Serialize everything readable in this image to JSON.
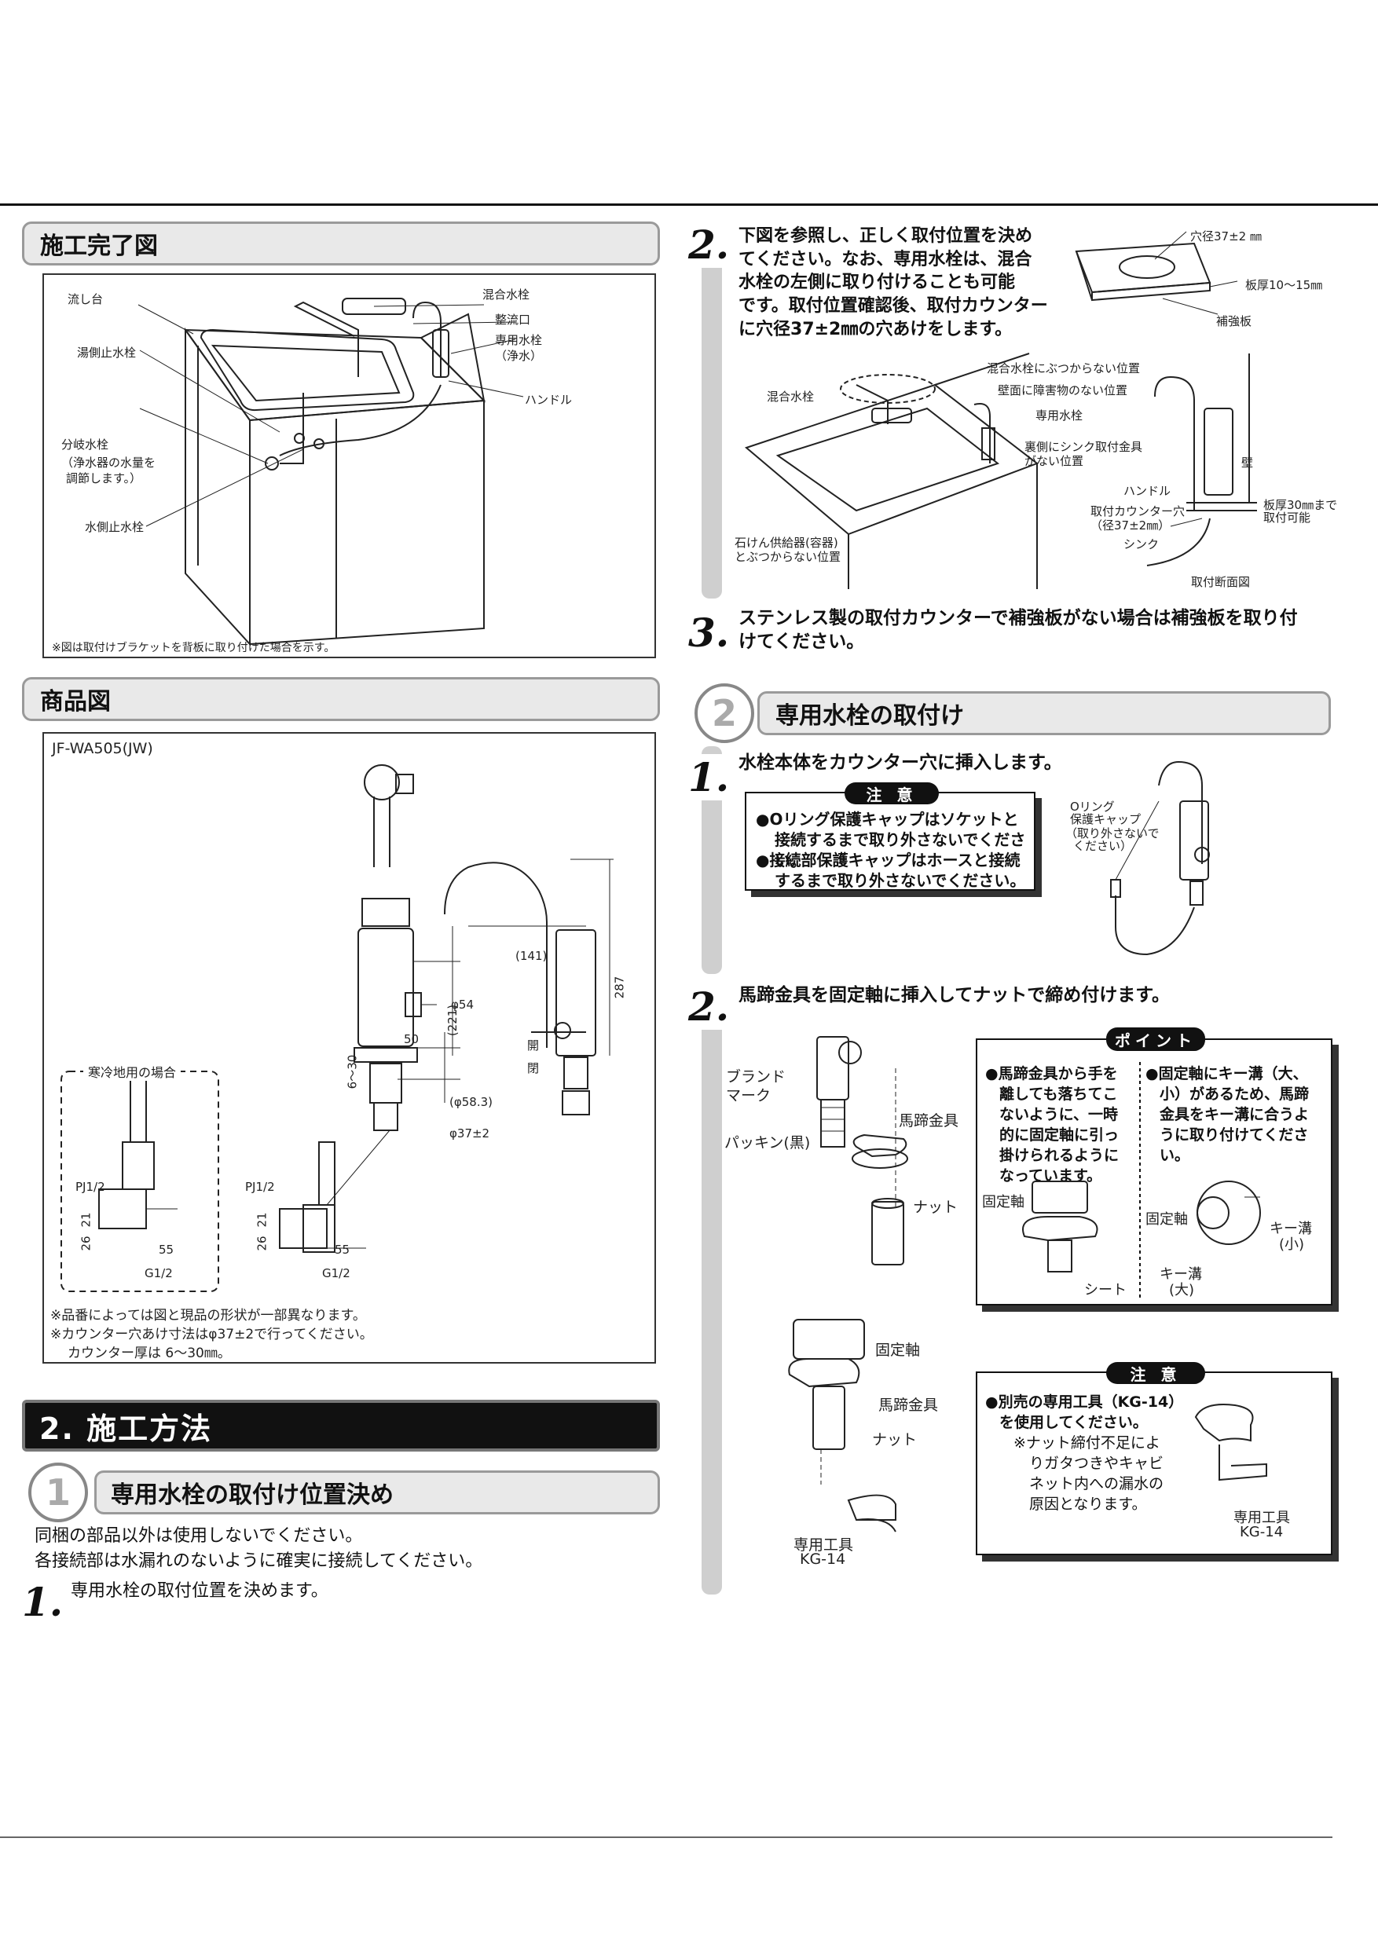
{
  "sections": {
    "complete": {
      "title": "施工完了図"
    },
    "product": {
      "title": "商品図"
    },
    "method": {
      "title": "2. 施工方法"
    },
    "position": {
      "num": "1",
      "title": "専用水栓の取付け位置決め"
    },
    "install": {
      "num": "2",
      "title": "専用水栓の取付け"
    }
  },
  "complete_diagram": {
    "labels": {
      "sink_stand": "流し台",
      "mixer": "混合水栓",
      "outlet": "整流口",
      "dedicated": "専用水栓",
      "dedicated_sub": "（浄水）",
      "hot_stop": "湯側止水栓",
      "handle": "ハンドル",
      "branch": "分岐水栓",
      "branch_note1": "（浄水器の水量を",
      "branch_note2": "調節します。）",
      "water_stop": "水側止水栓"
    },
    "footnote": "※図は取付けブラケットを背板に取り付けた場合を示す。"
  },
  "product_diagram": {
    "model": "JF-WA505(JW)",
    "cold_region": "寒冷地用の場合",
    "dims": {
      "d54": "φ54",
      "d50": "50",
      "d6_30": "6～30",
      "d58": "(φ58.3)",
      "d37": "φ37±2",
      "d141": "(141)",
      "d221": "(221)",
      "d287": "287",
      "open": "開",
      "close": "閉",
      "pj1": "PJ1/2",
      "pj2": "PJ1/2",
      "g1": "G1/2",
      "g2": "G1/2",
      "n55a": "55",
      "n55b": "55",
      "n21a": "21",
      "n21b": "21",
      "n26a": "26",
      "n26b": "26"
    },
    "notes": [
      "※品番によっては図と現品の形状が一部異なります。",
      "※カウンター穴あけ寸法はφ37±2で行ってください。",
      "カウンター厚は 6～30㎜。"
    ]
  },
  "left_text": {
    "intro1": "同梱の部品以外は使用しないでください。",
    "intro2": "各接続部は水漏れのないように確実に接続してください。",
    "step1_num": "1.",
    "step1": "専用水栓の取付位置を決めます。"
  },
  "pos_step2": {
    "num": "2.",
    "lines": [
      "下図を参照し、正しく取付位置を決め",
      "てください。なお、専用水栓は、混合",
      "水栓の左側に取り付けることも可能",
      "です。取付位置確認後、取付カウンター",
      "に穴径37±2㎜の穴あけをします。"
    ],
    "plate_labels": {
      "hole": "穴径37±2 ㎜",
      "thick": "板厚10～15㎜",
      "plate": "補強板"
    },
    "fig_labels": {
      "no_hit": "混合水栓にぶつからない位置",
      "no_obst": "壁面に障害物のない位置",
      "mixer": "混合水栓",
      "dedicated": "専用水栓",
      "under": "裏側にシンク取付金具",
      "under2": "がない位置",
      "soap": "石けん供給器(容器)",
      "soap2": "とぶつからない位置",
      "handle": "ハンドル",
      "wall": "壁",
      "counter": "取付カウンター穴",
      "counter2": "（径37±2㎜）",
      "thick": "板厚30㎜まで",
      "thick2": "取付可能",
      "sink": "シンク",
      "section": "取付断面図"
    }
  },
  "pos_step3": {
    "num": "3.",
    "line1": "ステンレス製の取付カウンターで補強板がない場合は補強板を取り付",
    "line2": "けてください。"
  },
  "inst_step1": {
    "num": "1.",
    "text": "水栓本体をカウンター穴に挿入します。",
    "caution_tag": "注 意",
    "caution": [
      "●Oリング保護キャップはソケットと",
      "接続するまで取り外さないでください。",
      "●接続部保護キャップはホースと接続",
      "するまで取り外さないでください。"
    ],
    "oring": "Oリング",
    "oring2": "保護キャップ",
    "oring3": "（取り外さないで",
    "oring4": "ください）"
  },
  "inst_step2": {
    "num": "2.",
    "text": "馬蹄金具を固定軸に挿入してナットで締め付けます。",
    "labels": {
      "brand": "ブランド",
      "brand2": "マーク",
      "packing": "パッキン(黒)",
      "horseshoe": "馬蹄金具",
      "nut": "ナット",
      "shaft": "固定軸",
      "shaft2": "固定軸",
      "horseshoe2": "馬蹄金具",
      "nut2": "ナット",
      "tool": "専用工具",
      "tool_code": "KG-14"
    },
    "point_tag": "ポイント",
    "point_left": [
      "●馬蹄金具から手を",
      "離しても落ちてこ",
      "ないように、一時",
      "的に固定軸に引っ",
      "掛けられるように",
      "なっています。"
    ],
    "point_right": [
      "●固定軸にキー溝（大、",
      "小）があるため、馬蹄",
      "金具をキー溝に合うよ",
      "うに取り付けてくださ",
      "い。"
    ],
    "point_labels": {
      "shaft": "固定軸",
      "sheet": "シート",
      "shaft2": "固定軸",
      "key_small": "キー溝",
      "key_small2": "(小)",
      "key_large": "キー溝",
      "key_large2": "(大)"
    },
    "caution_tag": "注 意",
    "caution": [
      "●別売の専用工具（KG-14）",
      "を使用してください。",
      "※ナット締付不足によ",
      "りガタつきやキャビ",
      "ネット内への漏水の",
      "原因となります。"
    ],
    "tool": "専用工具",
    "tool_code": "KG-14"
  }
}
